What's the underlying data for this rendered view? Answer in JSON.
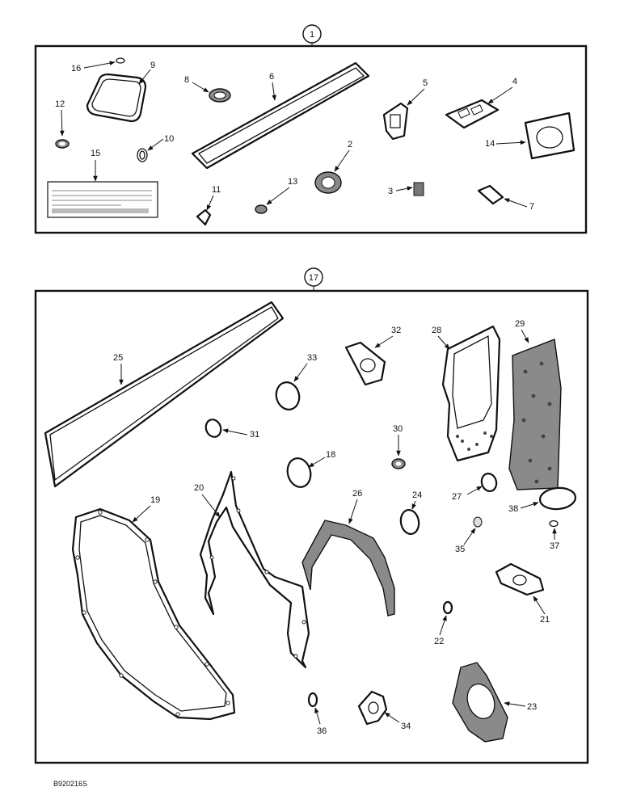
{
  "kits": [
    {
      "id": "1"
    },
    {
      "id": "17"
    }
  ],
  "callouts": {
    "k1": [
      "16",
      "9",
      "8",
      "6",
      "5",
      "4",
      "12",
      "10",
      "15",
      "14",
      "2",
      "11",
      "13",
      "3",
      "7"
    ],
    "k17": [
      "25",
      "33",
      "32",
      "28",
      "29",
      "31",
      "30",
      "18",
      "20",
      "19",
      "26",
      "24",
      "27",
      "38",
      "37",
      "35",
      "21",
      "22",
      "23",
      "36",
      "34"
    ]
  },
  "footer": {
    "code": "B920216S"
  }
}
